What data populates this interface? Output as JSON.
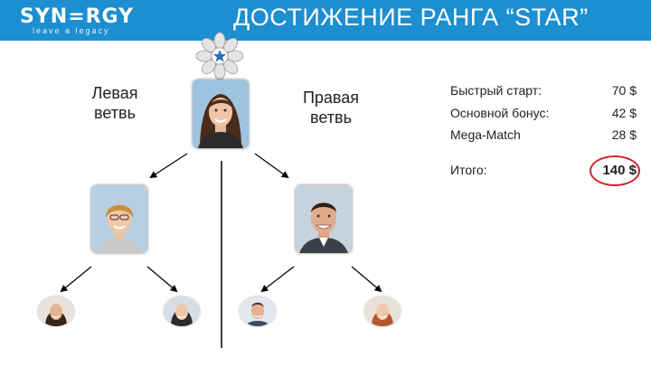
{
  "header": {
    "logo_text": "SYN=RGY",
    "logo_tagline": "leave a legacy",
    "title": "ДОСТИЖЕНИЕ РАНГА “STAR”",
    "bar_color": "#1d8fd0"
  },
  "emblem": {
    "icon": "star-rank-emblem-icon"
  },
  "branches": {
    "left_label_line1": "Левая",
    "left_label_line2": "ветвь",
    "right_label_line1": "Правая",
    "right_label_line2": "ветвь"
  },
  "bonus": {
    "rows": [
      {
        "label": "Быстрый старт:",
        "value": "70 $"
      },
      {
        "label": "Основной бонус:",
        "value": "42 $"
      },
      {
        "label": "Mega-Match",
        "value": "28 $"
      }
    ],
    "total_label": "Итого:",
    "total_value": "140 $",
    "highlight_color": "#d0242b"
  }
}
